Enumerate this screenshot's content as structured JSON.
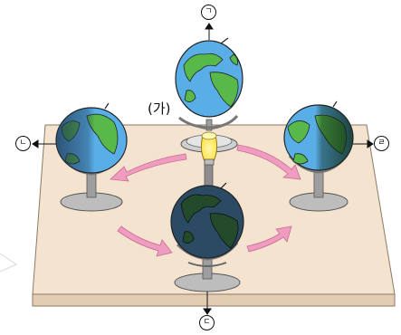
{
  "labels": {
    "center_label": "(가)",
    "top": "ㄱ",
    "left": "ㄴ",
    "bottom": "ㄷ",
    "right": "ㄹ"
  },
  "colors": {
    "board_top": "#f3e3cf",
    "board_edge": "#e2cdb2",
    "ocean_lit": "#5aaee8",
    "land_lit": "#58b84a",
    "ocean_dark": "#2a4b63",
    "land_dark": "#244a2c",
    "stand": "#a9a9a9",
    "arrow": "#ef9cc0",
    "bulb": "#ffe44d"
  }
}
